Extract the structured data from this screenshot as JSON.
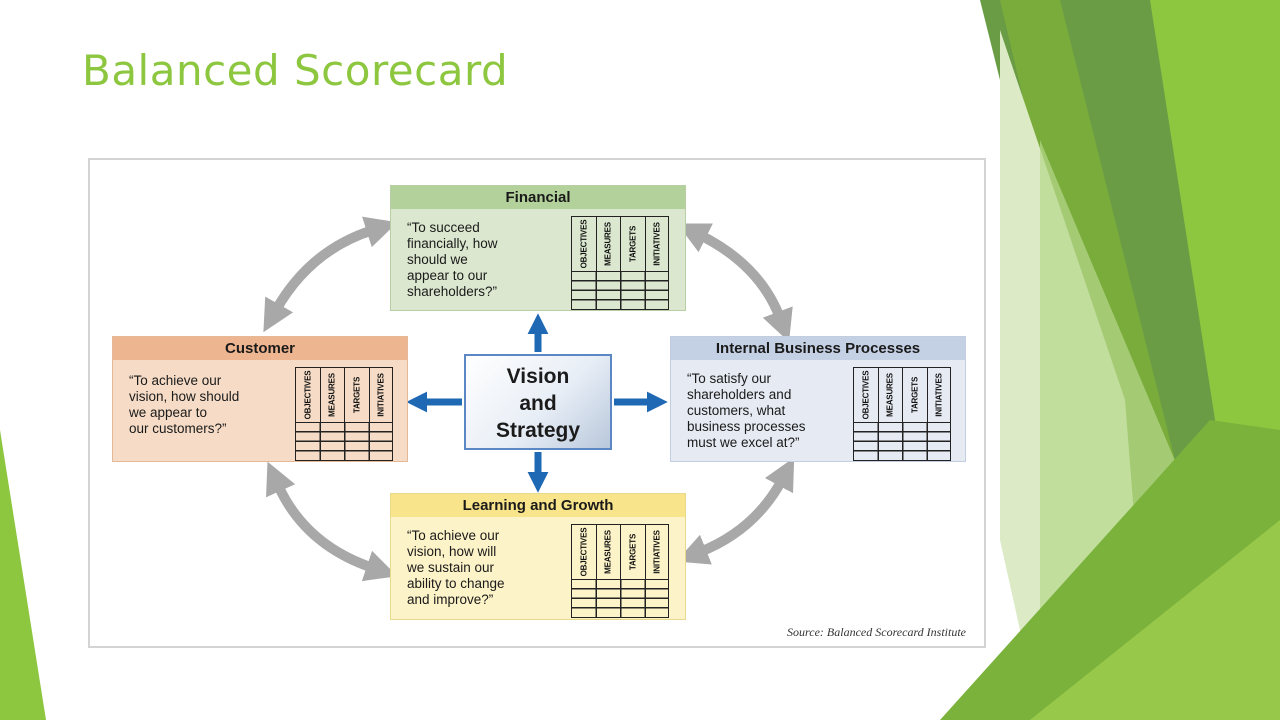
{
  "slide": {
    "title": "Balanced Scorecard"
  },
  "diagram": {
    "center": {
      "line1": "Vision",
      "line2": "and",
      "line3": "Strategy"
    },
    "column_labels": [
      "OBJECTIVES",
      "MEASURES",
      "TARGETS",
      "INITIATIVES"
    ],
    "boxes": {
      "financial": {
        "title": "Financial",
        "question": "“To succeed\nfinancially, how\nshould we\nappear to our\nshareholders?”",
        "color": "#c3dab0"
      },
      "customer": {
        "title": "Customer",
        "question": "“To achieve our\nvision, how should\nwe appear to\nour customers?”",
        "color": "#f2c6a5"
      },
      "internal": {
        "title": "Internal Business Processes",
        "question": "“To satisfy our\nshareholders and\ncustomers, what\nbusiness processes\nmust we excel at?”",
        "color": "#d6deeb"
      },
      "learning": {
        "title": "Learning and Growth",
        "question": "“To achieve our\nvision, how will\nwe sustain our\nability to change\nand improve?”",
        "color": "#fbeeb0"
      }
    },
    "source": "Source: Balanced Scorecard Institute"
  },
  "colors": {
    "title": "#8dc63f",
    "accent_green": "#8dc63f",
    "dark_green": "#6a9c45",
    "center_arrow": "#1f68b4",
    "cycle_arrow": "#a8a8a8"
  }
}
